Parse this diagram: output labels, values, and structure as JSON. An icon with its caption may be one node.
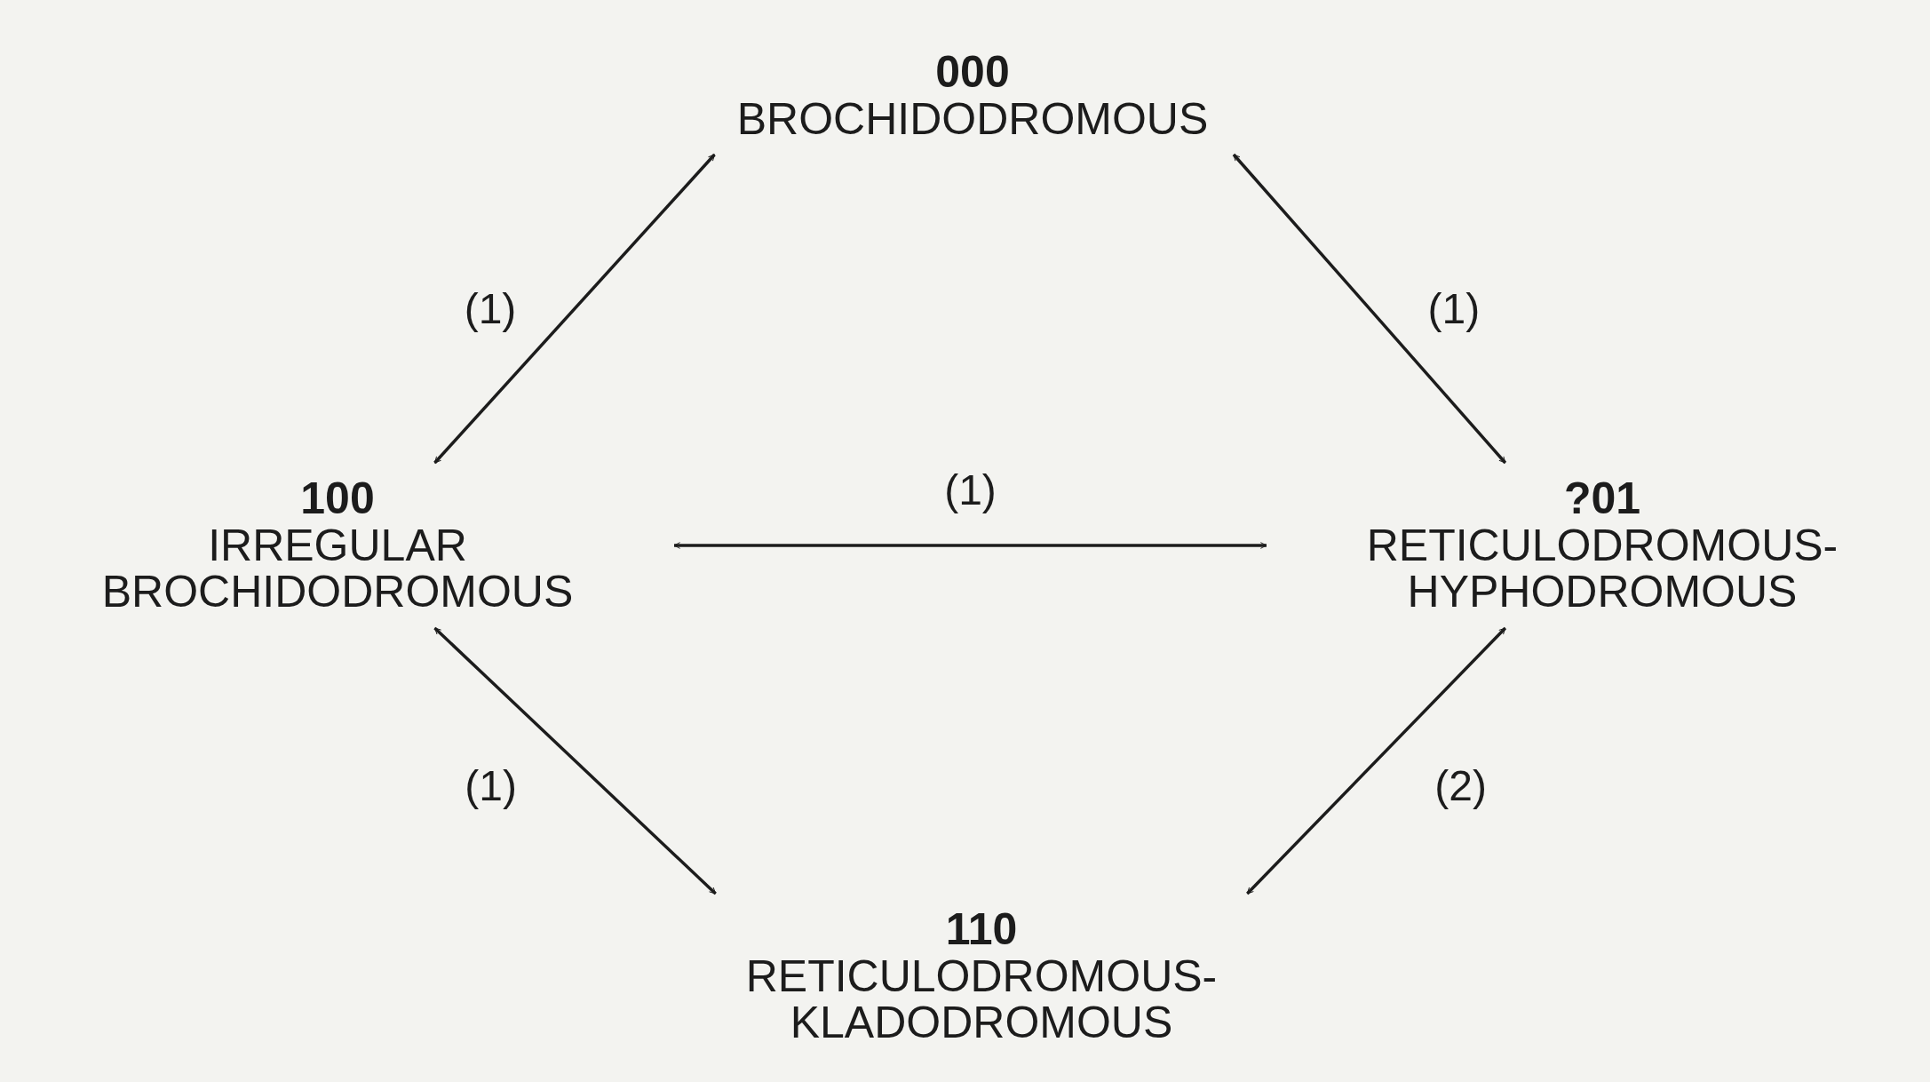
{
  "diagram": {
    "nodes": [
      {
        "text": [
          "000",
          "BROCHIDODROMOUS"
        ]
      },
      {
        "text": [
          "100",
          "IRREGULAR BROCHIDODROMOUS"
        ]
      },
      {
        "text": [
          "?01",
          "RETICULODROMOUS- HYPHODROMOUS"
        ]
      },
      {
        "text": [
          "110",
          "RETICULODROMOUS- KLADODROMOUS"
        ]
      }
    ],
    "edges": [
      {
        "from": 1,
        "to": 0,
        "arrow": "both",
        "label": "(1)"
      },
      {
        "from": 0,
        "to": 2,
        "arrow": "both",
        "label": "(1)"
      },
      {
        "from": 1,
        "to": 2,
        "arrow": "both",
        "label": "(1)"
      },
      {
        "from": 1,
        "to": 3,
        "arrow": "both",
        "label": "(1)"
      },
      {
        "from": 2,
        "to": 3,
        "arrow": "both",
        "label": "(2)"
      }
    ]
  }
}
